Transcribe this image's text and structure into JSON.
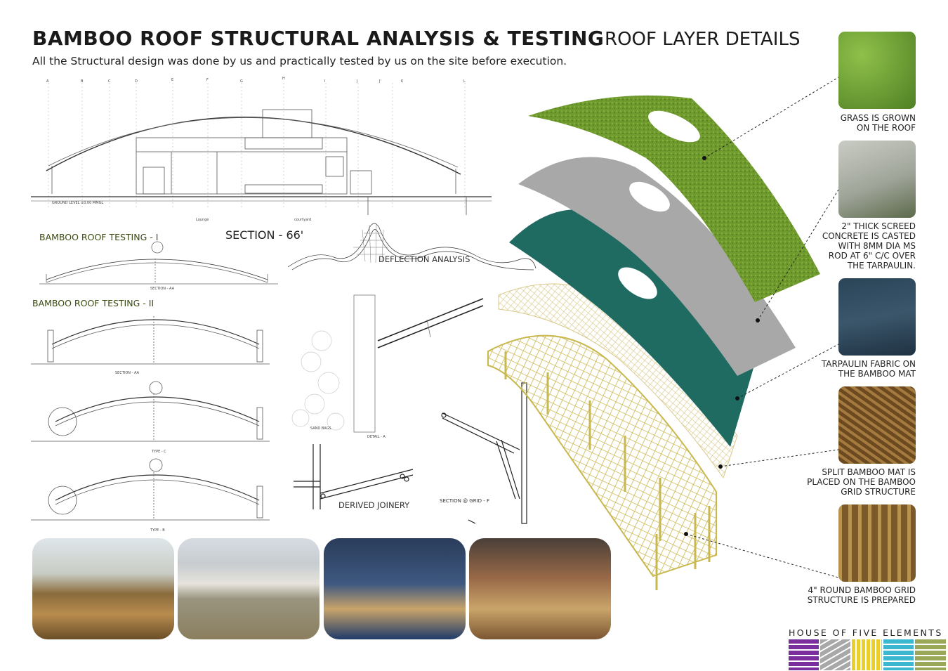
{
  "header": {
    "title": "BAMBOO ROOF STRUCTURAL ANALYSIS & TESTING",
    "subtitle": "All the Structural design was done by us and practically tested by us on the site before execution."
  },
  "roof_details": {
    "title": "ROOF LAYER DETAILS",
    "layers": [
      {
        "caption": [
          "GRASS IS GROWN",
          "ON THE ROOF"
        ],
        "color": "#6f9a2e"
      },
      {
        "caption": [
          "2\" THICK SCREED",
          "CONCRETE IS CASTED",
          "WITH 8MM DIA MS",
          "ROD AT 6\" C/C OVER",
          "THE TARPAULIN."
        ],
        "color": "#a8a8a8"
      },
      {
        "caption": [
          "TARPAULIN FABRIC ON",
          "THE BAMBOO MAT"
        ],
        "color": "#1f6b62"
      },
      {
        "caption": [
          "SPLIT BAMBOO MAT IS",
          "PLACED ON THE BAMBOO",
          "GRID STRUCTURE"
        ],
        "color": "#d8c98a"
      },
      {
        "caption": [
          "4\" ROUND BAMBOO GRID",
          "STRUCTURE IS PREPARED"
        ],
        "color": "#c9b84f"
      }
    ]
  },
  "drawings": {
    "section_label": "SECTION - 66'",
    "testing_1": "BAMBOO ROOF TESTING - I",
    "testing_2": "BAMBOO ROOF TESTING - II",
    "deflection": "DEFLECTION ANALYSIS",
    "joinery": "DERIVED JOINERY",
    "section_grid": "SECTION @ GRID - F",
    "detail_a": "DETAIL - A",
    "section_aa": "SECTION - AA",
    "type_c": "TYPE - C",
    "type_b": "TYPE - B",
    "ground_level": "GROUND LEVEL ±0.00 MMGL",
    "lounge": "Lounge",
    "courtyard": "courtyard",
    "sand_bags": "SAND BAGS",
    "grid_letters": [
      "A",
      "B",
      "C",
      "D",
      "E",
      "F",
      "G",
      "H",
      "I",
      "J",
      "J'",
      "K",
      "L"
    ]
  },
  "brand": {
    "name": "HOUSE OF FIVE ELEMENTS",
    "colors": [
      "#7b2f9e",
      "#a8a8a8",
      "#e8cf2a",
      "#3bb8cf",
      "#9aa85a"
    ]
  }
}
